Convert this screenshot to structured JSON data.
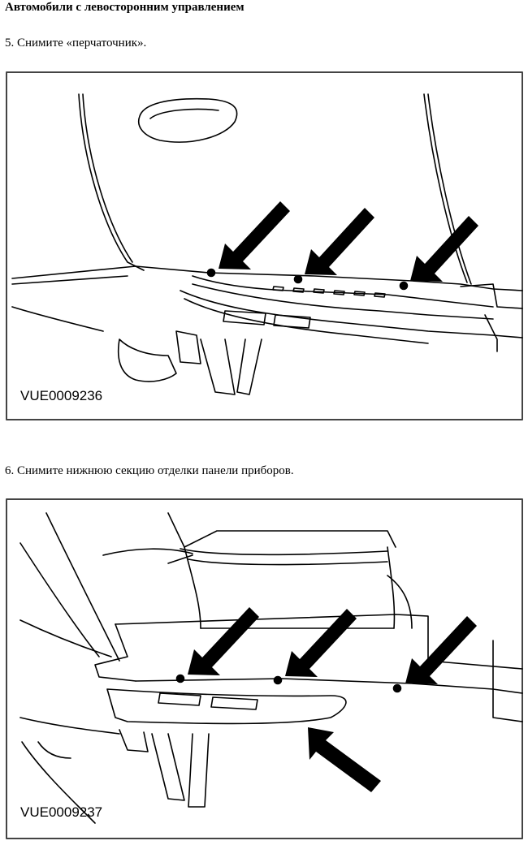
{
  "heading": "Автомобили с левосторонним управлением",
  "steps": [
    {
      "text": "5. Снимите «перчаточник».",
      "figure_code": "VUE0009236"
    },
    {
      "text": "6. Снимите нижнюю секцию отделки панели приборов.",
      "figure_code": "VUE0009237"
    }
  ]
}
